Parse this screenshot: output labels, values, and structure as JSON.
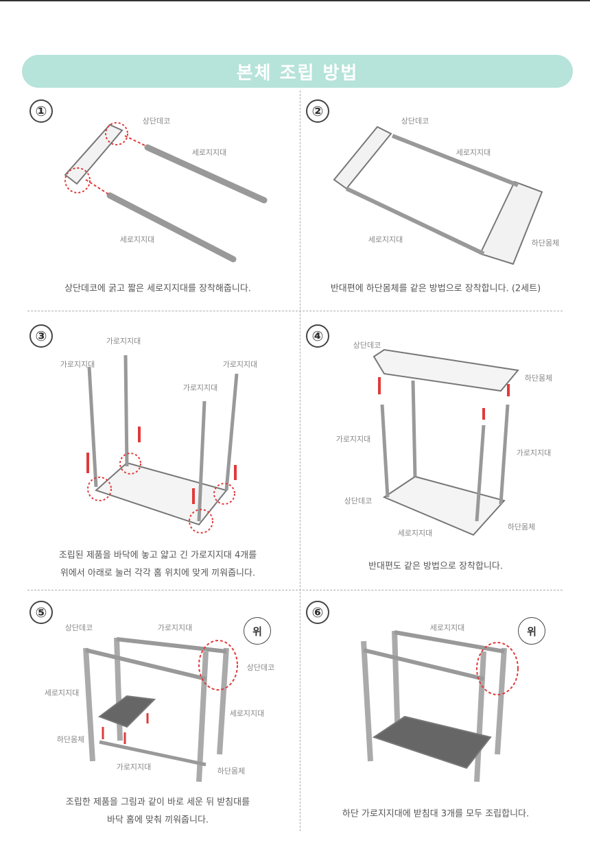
{
  "title": "본체 조립 방법",
  "colors": {
    "header": "#b6e3da",
    "accent": "#e03a3a"
  },
  "steps": [
    {
      "number": "①",
      "caption": [
        "상단데코에 굵고 짧은 세로지지대를 장착해줍니다."
      ],
      "labels": [
        "상단데코",
        "세로지지대",
        "세로지지대"
      ]
    },
    {
      "number": "②",
      "caption": [
        "반대편에 하단몸체를 같은 방법으로 장착합니다. (2세트)"
      ],
      "labels": [
        "상단데코",
        "세로지지대",
        "세로지지대",
        "하단몸체"
      ]
    },
    {
      "number": "③",
      "caption": [
        "조립된 제품을 바닥에 놓고 얇고 긴 가로지지대 4개를",
        "위에서 아래로 눌러 각각 홈 위치에 맞게 끼워줍니다."
      ],
      "labels": [
        "가로지지대",
        "가로지지대",
        "가로지지대",
        "가로지지대"
      ]
    },
    {
      "number": "④",
      "caption": [
        "반대편도 같은 방법으로 장착합니다."
      ],
      "labels": [
        "상단데코",
        "하단몸체",
        "가로지지대",
        "가로지지대",
        "상단데코",
        "하단몸체",
        "세로지지대"
      ]
    },
    {
      "number": "⑤",
      "caption": [
        "조립한 제품을 그림과 같이 바로 세운 뒤 받침대를",
        "바닥 홈에 맞춰 끼워줍니다."
      ],
      "labels": [
        "상단데코",
        "가로지지대",
        "상단데코",
        "세로지지대",
        "세로지지대",
        "하단몸체",
        "가로지지대",
        "하단몸체"
      ],
      "bubble": "위"
    },
    {
      "number": "⑥",
      "caption": [
        "하단 가로지지대에 받침대 3개를 모두 조립합니다."
      ],
      "labels": [
        "세로지지대"
      ],
      "bubble": "위"
    }
  ]
}
